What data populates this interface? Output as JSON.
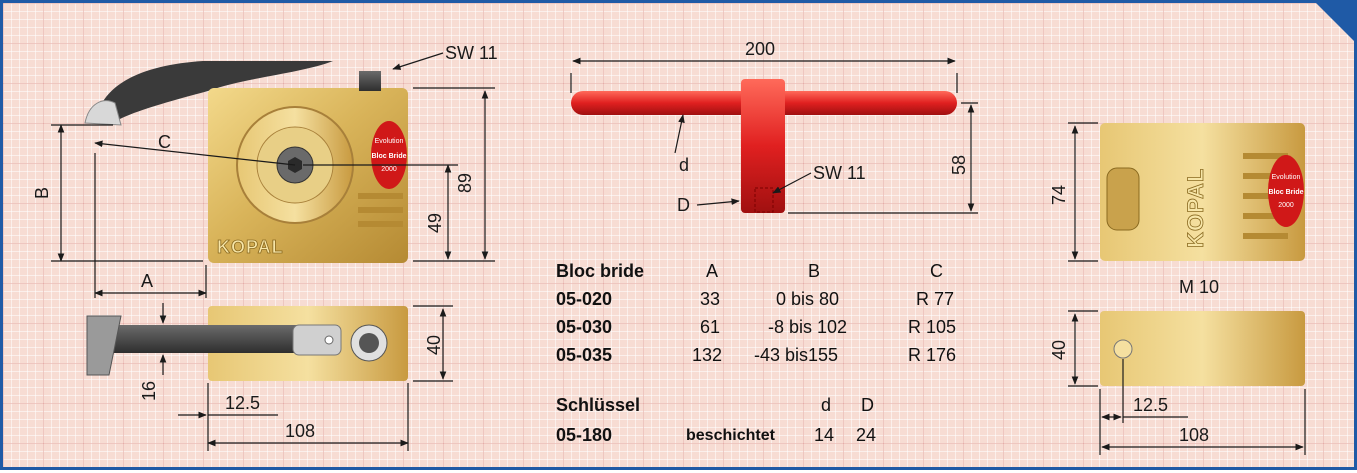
{
  "colors": {
    "frame": "#1f5aa6",
    "brass": "#d9b45a",
    "key_red": "#e02020",
    "badge_red": "#d01818"
  },
  "labels": {
    "sw11_top": "SW 11",
    "dim_c": "C",
    "dim_b": "B",
    "dim_a": "A",
    "dim_89": "89",
    "dim_49": "49",
    "dim_40_left": "40",
    "dim_16": "16",
    "dim_12_5_left": "12.5",
    "dim_108_left": "108",
    "brand_left": "KOPAL",
    "badge_top": "Evolution",
    "badge_mid": "Bloc Bride",
    "badge_bot": "2000",
    "dim_200": "200",
    "dim_58": "58",
    "key_d": "d",
    "key_D": "D",
    "sw11_key": "SW 11",
    "dim_74": "74",
    "brand_right": "KOPAL",
    "m10": "M 10",
    "dim_40_right": "40",
    "dim_12_5_right": "12.5",
    "dim_108_right": "108"
  },
  "bloc_table": {
    "headers": [
      "Bloc bride",
      "A",
      "B",
      "C"
    ],
    "rows": [
      [
        "05-020",
        "33",
        "0 bis 80",
        "R 77"
      ],
      [
        "05-030",
        "61",
        "-8 bis 102",
        "R 105"
      ],
      [
        "05-035",
        "132",
        "-43 bis155",
        "R 176"
      ]
    ]
  },
  "key_table": {
    "headers": [
      "Schlüssel",
      "d",
      "D"
    ],
    "row": [
      "05-180",
      "beschichtet",
      "14",
      "24"
    ]
  }
}
